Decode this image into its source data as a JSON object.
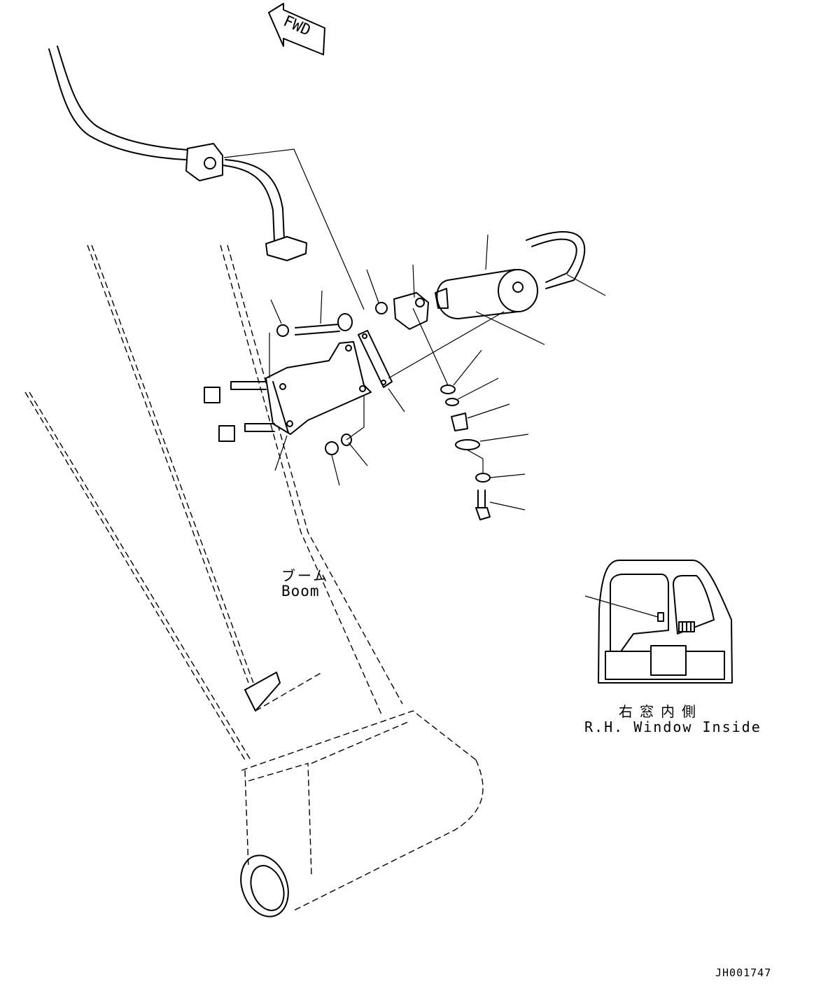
{
  "fwd_arrow": {
    "label": "FWD"
  },
  "boom_label": {
    "jp": "ブーム",
    "en": "Boom"
  },
  "inset": {
    "jp": "右窓内側",
    "en": "R.H. Window Inside"
  },
  "drawing_id": "JH001747"
}
